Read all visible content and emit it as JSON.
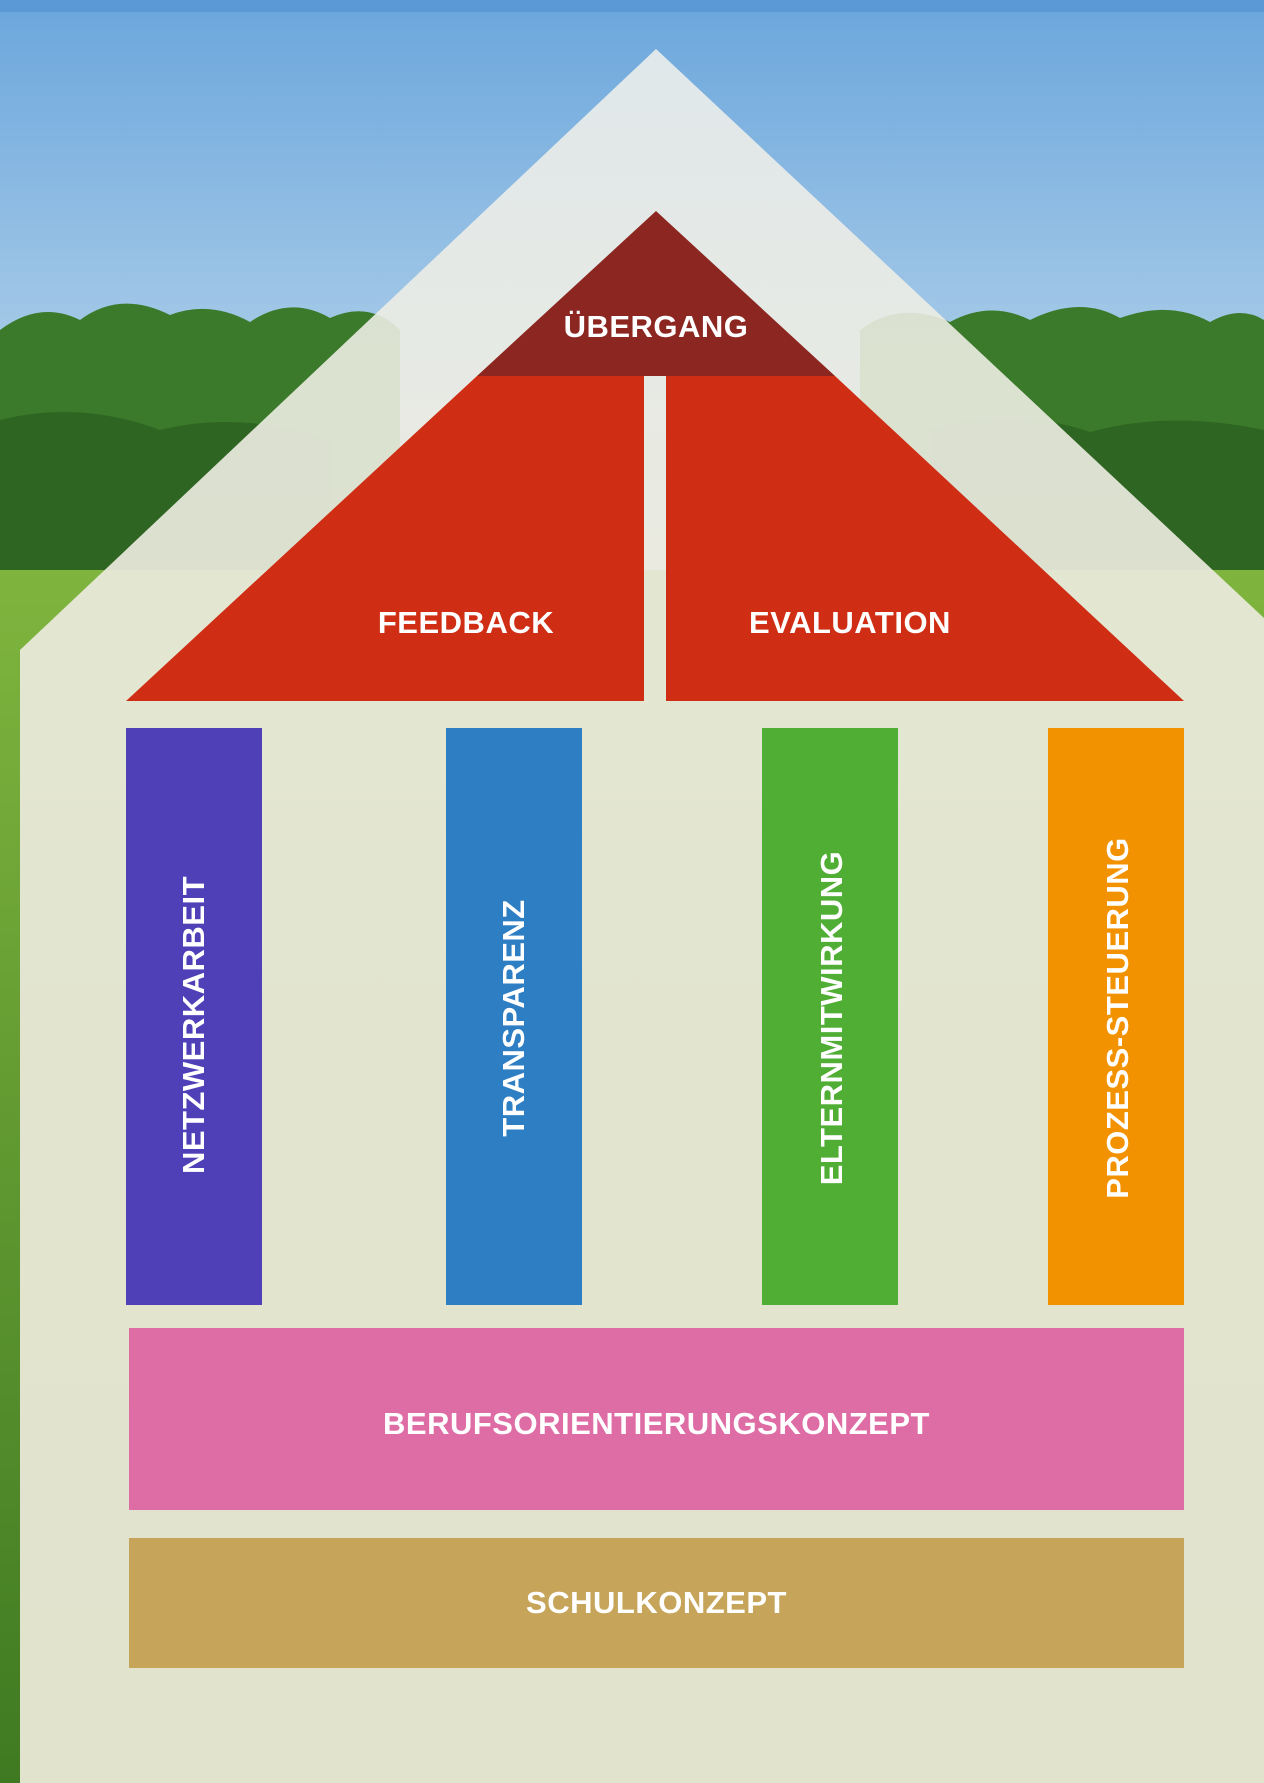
{
  "roof": {
    "top": "ÜBERGANG",
    "left": "FEEDBACK",
    "right": "EVALUATION"
  },
  "pillars": [
    {
      "label": "NETZWERKARBEIT",
      "color": "#5040b8"
    },
    {
      "label": "TRANSPARENZ",
      "color": "#2e7ec4"
    },
    {
      "label": "ELTERNMITWIRKUNG",
      "color": "#4fae33"
    },
    {
      "label": "PROZESS-STEUERUNG",
      "color": "#f39200"
    }
  ],
  "bands": {
    "upper": {
      "label": "BERUFSORIENTIERUNGSKONZEPT",
      "color": "#de6ca5"
    },
    "lower": {
      "label": "SCHULKONZEPT",
      "color": "#c6a55a"
    }
  },
  "colors": {
    "roof_top": "#8c2620",
    "roof_wing": "#cf2d14",
    "house_fill": "#eae8d8",
    "sky": "#7eaede",
    "trees": "#3e7a2a",
    "grass": "#6ea83a"
  }
}
